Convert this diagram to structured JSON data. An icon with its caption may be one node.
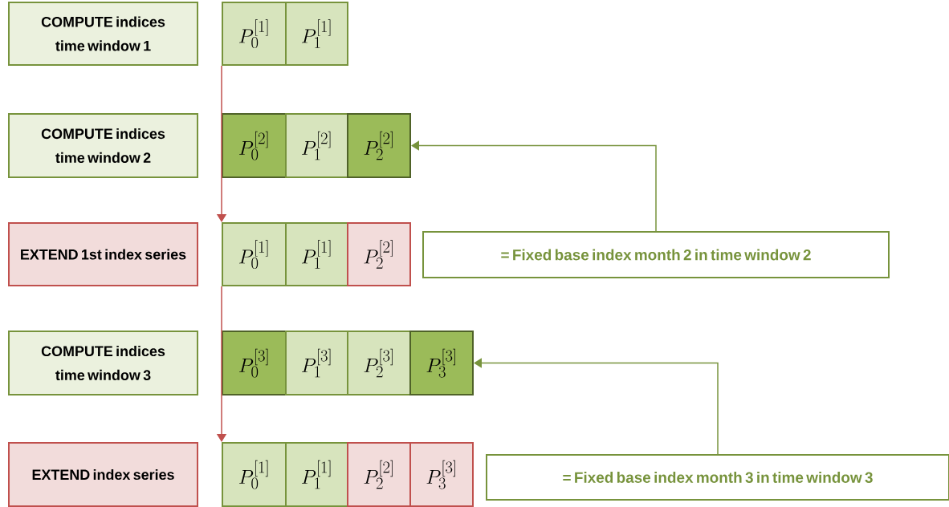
{
  "diagram": {
    "nodes": [
      {
        "text": [
          "COMPUTE indices time window 1"
        ]
      },
      {
        "text": [
          "P_0^{[1]}"
        ]
      },
      {
        "text": [
          "P_1^{[1]}"
        ]
      },
      {
        "text": [
          "COMPUTE indices time window 2"
        ]
      },
      {
        "text": [
          "P_0^{[2]}"
        ]
      },
      {
        "text": [
          "P_1^{[2]}"
        ]
      },
      {
        "text": [
          "P_2^{[2]}"
        ]
      },
      {
        "text": [
          "EXTEND 1st index series"
        ]
      },
      {
        "text": [
          "P_0^{[1]}"
        ]
      },
      {
        "text": [
          "P_1^{[1]}"
        ]
      },
      {
        "text": [
          "P_2^{[2]}"
        ]
      },
      {
        "text": [
          "= Fixed base index month 2 in time window 2"
        ]
      },
      {
        "text": [
          "COMPUTE indices time window 3"
        ]
      },
      {
        "text": [
          "P_0^{[3]}"
        ]
      },
      {
        "text": [
          "P_1^{[3]}"
        ]
      },
      {
        "text": [
          "P_2^{[3]}"
        ]
      },
      {
        "text": [
          "P_3^{[3]}"
        ]
      },
      {
        "text": [
          "EXTEND index series"
        ]
      },
      {
        "text": [
          "P_0^{[1]}"
        ]
      },
      {
        "text": [
          "P_1^{[1]}"
        ]
      },
      {
        "text": [
          "P_2^{[2]}"
        ]
      },
      {
        "text": [
          "P_3^{[3]}"
        ]
      },
      {
        "text": [
          "= Fixed base index month 3 in time window 3"
        ]
      }
    ],
    "edges": [
      {
        "from": 1,
        "to": 8,
        "arrow": "to",
        "color": "#c0504d"
      },
      {
        "from": 8,
        "to": 18,
        "arrow": "to",
        "color": "#c0504d"
      },
      {
        "from": 11,
        "to": 6,
        "arrow": "to",
        "color": "#77933c"
      },
      {
        "from": 22,
        "to": 16,
        "arrow": "to",
        "color": "#77933c"
      }
    ]
  }
}
